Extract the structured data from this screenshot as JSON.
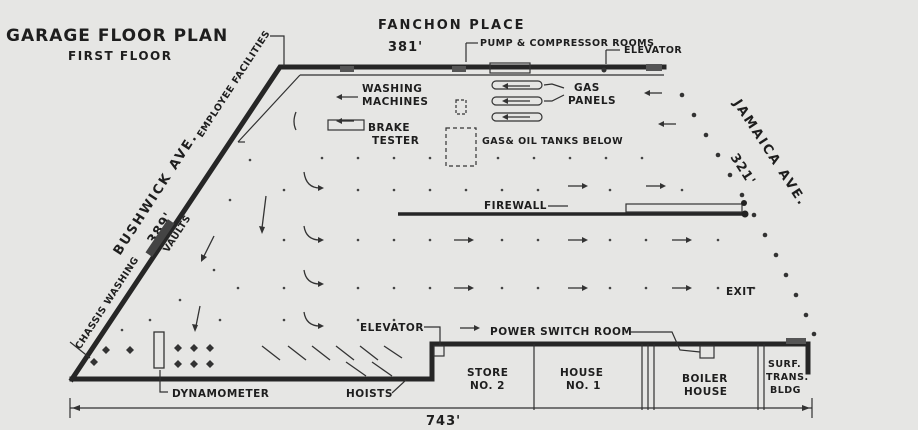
{
  "title": "GARAGE FLOOR PLAN",
  "subtitle": "FIRST FLOOR",
  "streets": {
    "north": "FANCHON PLACE",
    "west": "BUSHWICK AVE.",
    "east": "JAMAICA AVE."
  },
  "dimensions": {
    "north": "381'",
    "west": "389'",
    "east": "321'",
    "south": "743'"
  },
  "labels": {
    "employee_facilities": "EMPLOYEE FACILITIES",
    "pump_compressor": "PUMP & COMPRESSOR ROOMS",
    "elevator_top": "ELEVATOR",
    "washing_machines_1": "WASHING",
    "washing_machines_2": "MACHINES",
    "gas_panels_1": "GAS",
    "gas_panels_2": "PANELS",
    "brake_tester_1": "BRAKE",
    "brake_tester_2": "TESTER",
    "gas_oil_tanks": "GAS& OIL TANKS BELOW",
    "firewall": "FIREWALL",
    "vaults": "VAULTS",
    "chassis_washing": "CHASSIS WASHING",
    "exit": "EXIT",
    "elevator_bottom": "ELEVATOR",
    "power_switch_room": "POWER SWITCH ROOM",
    "store_1": "STORE",
    "store_2": "NO. 2",
    "house_1": "HOUSE",
    "house_2": "NO. 1",
    "boiler_1": "BOILER",
    "boiler_2": "HOUSE",
    "surf_1": "SURF.",
    "surf_2": "TRANS.",
    "surf_3": "BLDG",
    "dynamometer": "DYNAMOMETER",
    "hoists": "HOISTS"
  }
}
